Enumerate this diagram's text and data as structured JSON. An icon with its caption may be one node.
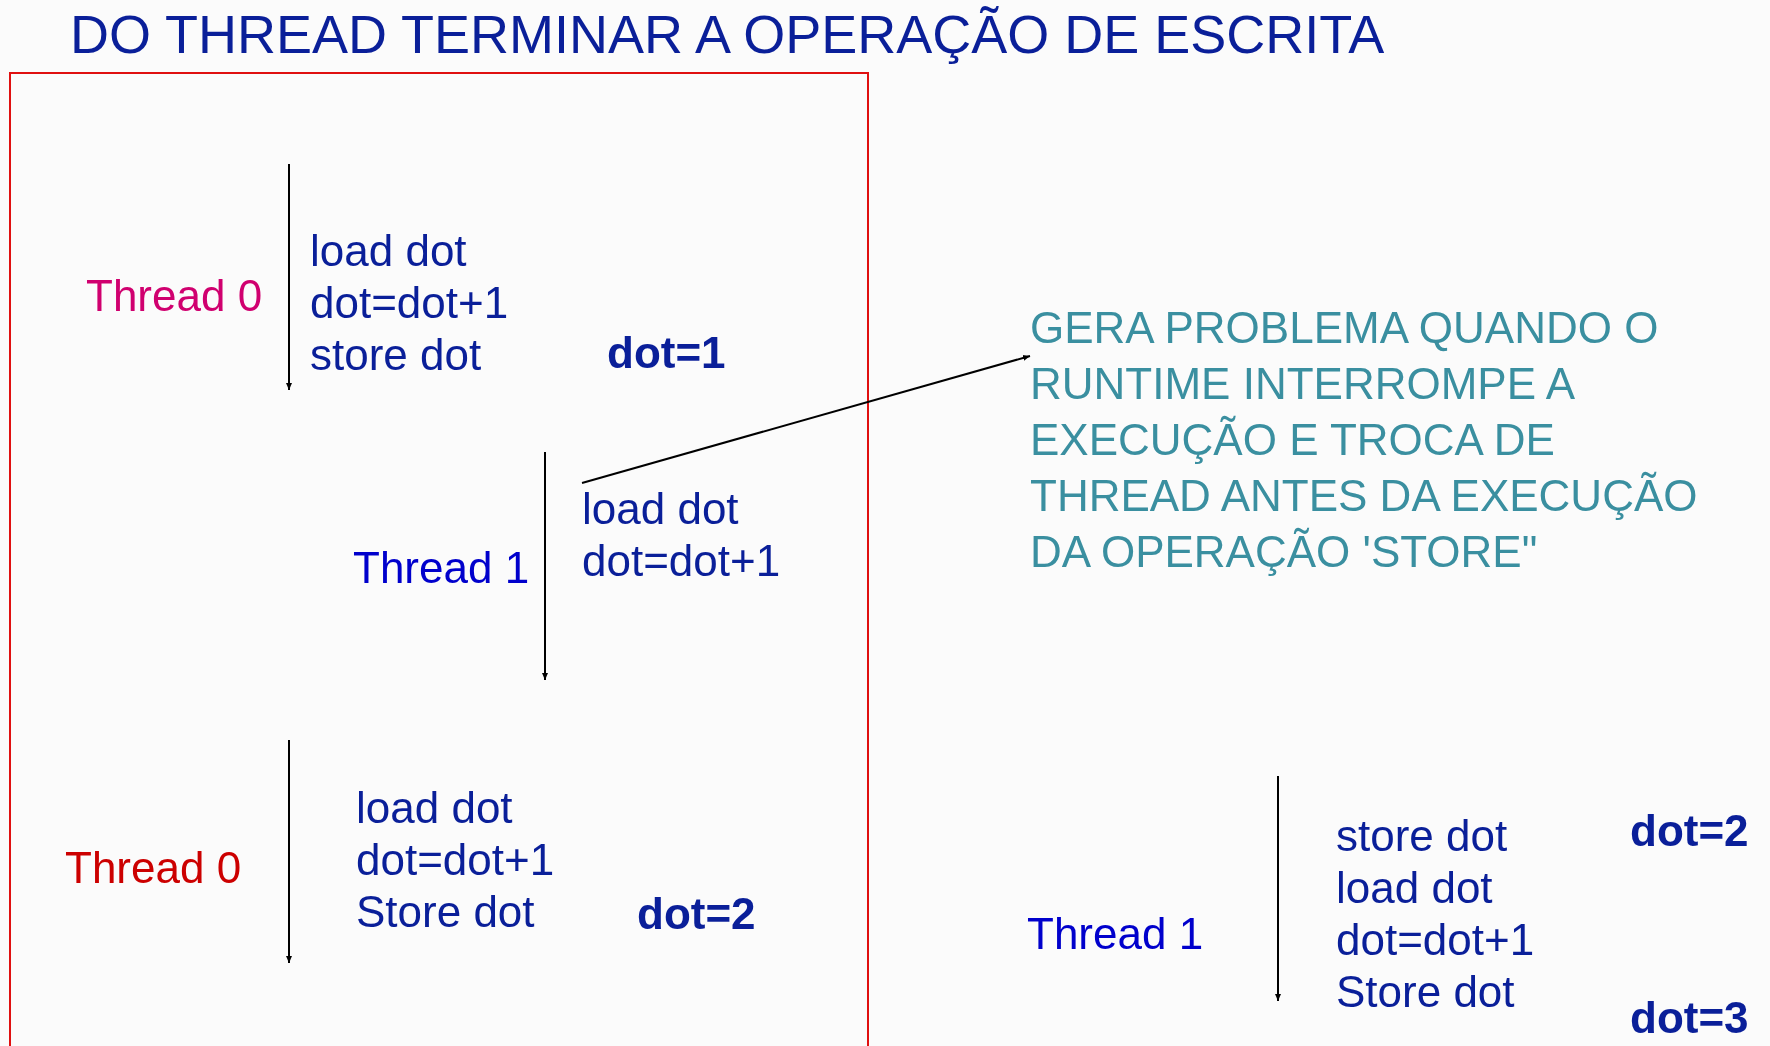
{
  "diagram": {
    "title": "DO THREAD TERMINAR A OPERAÇÃO DE ESCRITA",
    "nodes": [
      {
        "text": [
          "load dot dot=dot+1"
        ]
      },
      {
        "text": [
          "GERA PROBLEMA QUANDO O RUNTIME INTERROMPE A EXECUÇÃO E TROCA DE THREAD ANTES DA EXECUÇÃO DA OPERAÇÃO 'STORE\""
        ]
      }
    ],
    "edges": [
      {
        "from": 0,
        "to": 1,
        "arrow": "to"
      }
    ],
    "labels": [
      "Thread 0",
      "load dot",
      "dot=dot+1",
      "store dot",
      "dot=1",
      "Thread 1",
      "Thread 0",
      "load dot",
      "dot=dot+1",
      "Store dot",
      "dot=2",
      "store dot",
      "dot=2",
      "load dot",
      "Thread 1",
      "dot=dot+1",
      "Store dot",
      "dot=3"
    ]
  }
}
